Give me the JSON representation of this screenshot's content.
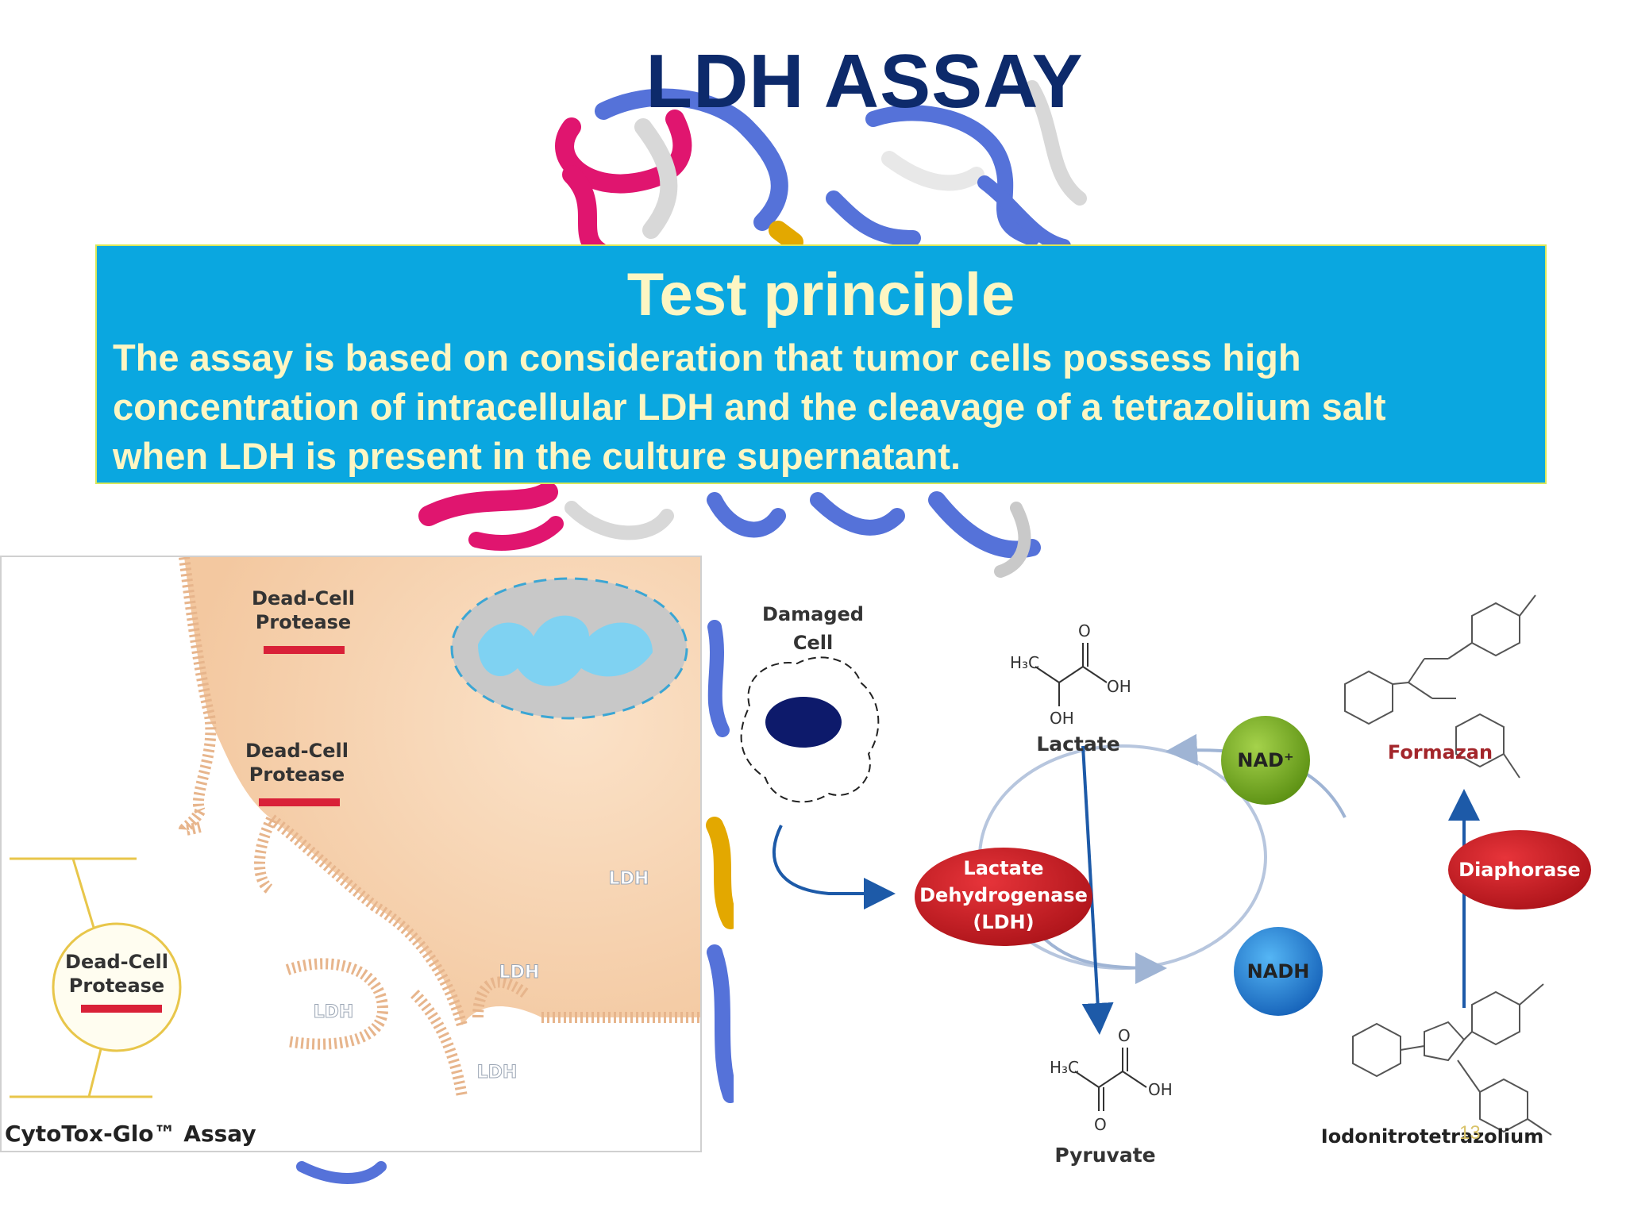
{
  "slide": {
    "title": "LDH ASSAY",
    "principle": {
      "heading": "Test principle",
      "lines": [
        "The assay is based on consideration that tumor cells possess high",
        "concentration of intracellular LDH and the cleavage of a tetrazolium salt",
        "when LDH is present in the culture supernatant."
      ]
    },
    "page_number": "13"
  },
  "left_diagram": {
    "protease_label_1": [
      "Dead-Cell",
      "Protease"
    ],
    "protease_label_2": [
      "Dead-Cell",
      "Protease"
    ],
    "protease_label_3": [
      "Dead-Cell",
      "Protease"
    ],
    "ldh_labels": [
      "LDH",
      "LDH",
      "LDH",
      "LDH"
    ],
    "assay_label": "CytoTox-Glo™ Assay"
  },
  "right_diagram": {
    "damaged_cell": [
      "Damaged",
      "Cell"
    ],
    "lactate": "Lactate",
    "pyruvate": "Pyruvate",
    "ldh_enzyme": [
      "Lactate",
      "Dehydrogenase",
      "(LDH)"
    ],
    "nad": "NAD⁺",
    "nadh": "NADH",
    "formazan": "Formazan",
    "diaphorase": "Diaphorase",
    "int_label": "Iodonitrotetrazolium",
    "chem": {
      "h3c": "H₃C",
      "oh": "OH",
      "o": "O"
    }
  },
  "colors": {
    "title": "#0d2a6b",
    "box_bg": "#0aa7e0",
    "box_text": "#fdf6c3",
    "enzyme_red": "#c8171f",
    "nad_green": "#6fa822",
    "nadh_blue": "#1f7fd1",
    "arrow_blue": "#1d5aa8"
  }
}
